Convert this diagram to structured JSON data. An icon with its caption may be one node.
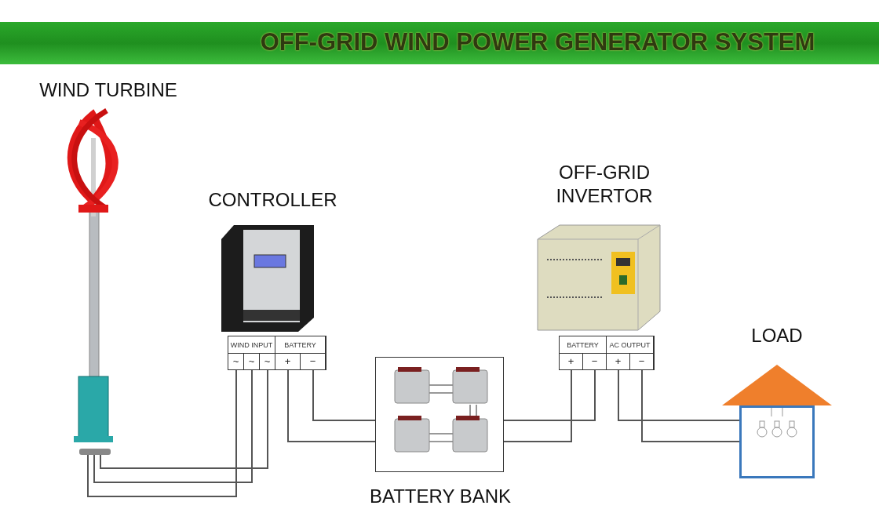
{
  "diagram": {
    "title": "OFF-GRID WIND POWER GENERATOR SYSTEM",
    "nodes": [
      {
        "text": [
          "WIND TURBINE"
        ]
      },
      {
        "text": [
          "CONTROLLER"
        ]
      },
      {
        "text": [
          "WIND INPUT",
          "BATTERY",
          "~",
          "~",
          "~",
          "+",
          "−"
        ]
      },
      {
        "text": [
          "BATTERY BANK"
        ]
      },
      {
        "text": [
          "OFF-GRID INVERTOR"
        ]
      },
      {
        "text": [
          "BATTERY",
          "AC OUTPUT",
          "+",
          "−",
          "+",
          "−"
        ]
      },
      {
        "text": [
          "LOAD"
        ]
      }
    ],
    "edges": [
      {
        "from": 0,
        "to": 2,
        "arrow": "none"
      },
      {
        "from": 0,
        "to": 2,
        "arrow": "none"
      },
      {
        "from": 0,
        "to": 2,
        "arrow": "none"
      },
      {
        "from": 2,
        "to": 3,
        "arrow": "none"
      },
      {
        "from": 2,
        "to": 3,
        "arrow": "none"
      },
      {
        "from": 3,
        "to": 5,
        "arrow": "none"
      },
      {
        "from": 3,
        "to": 5,
        "arrow": "none"
      },
      {
        "from": 5,
        "to": 6,
        "arrow": "none"
      },
      {
        "from": 5,
        "to": 6,
        "arrow": "none"
      }
    ]
  }
}
